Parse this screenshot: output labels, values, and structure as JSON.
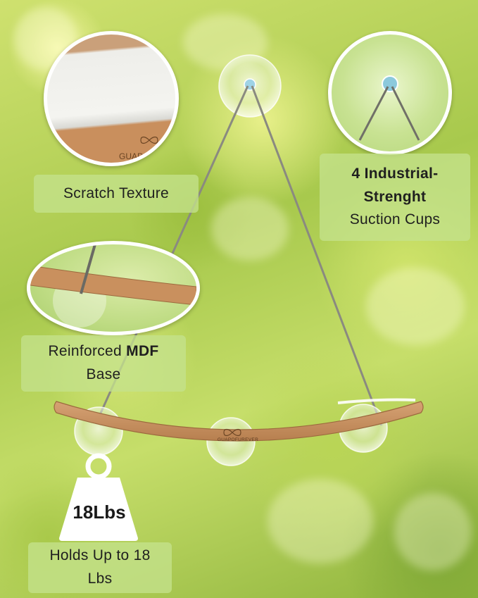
{
  "callouts": {
    "scratch_texture": "Scratch Texture",
    "suction_line1": "4 Industrial-",
    "suction_line2": "Strenght",
    "suction_line3": "Suction Cups",
    "mdf_prefix": "Reinforced ",
    "mdf_bold": "MDF",
    "mdf_line2": "Base",
    "holds_line1": "Holds Up to 18",
    "holds_line2": "Lbs"
  },
  "weight_badge": "18Lbs",
  "brand": "GUAPOFUREVER",
  "brand_partial": "GUAP",
  "colors": {
    "wood": "#c9905e",
    "panel": "#c4e28c",
    "weight": "#ffffff"
  }
}
